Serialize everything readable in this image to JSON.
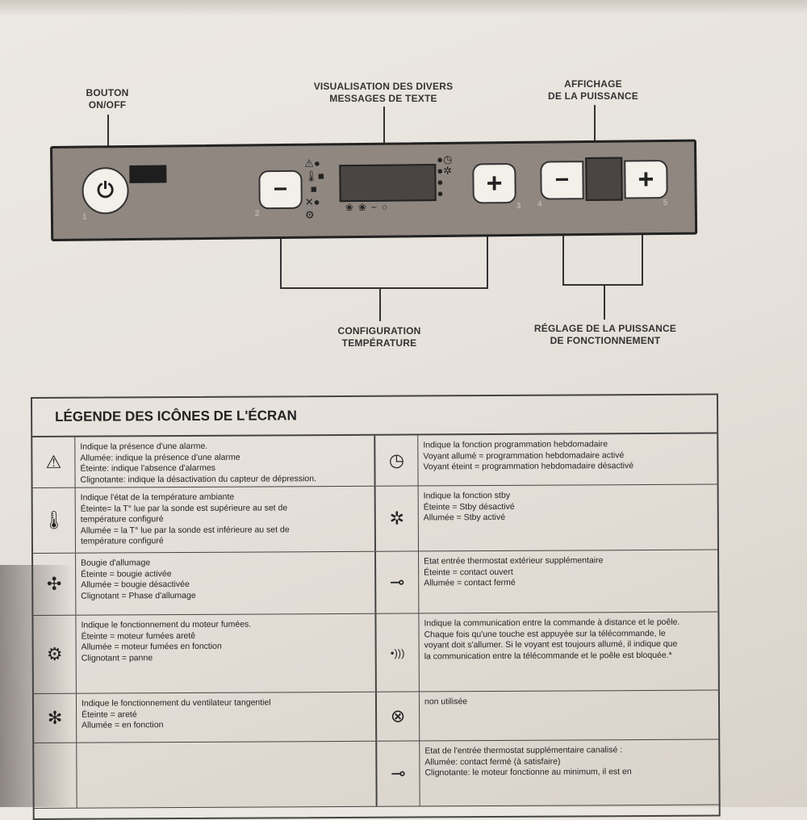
{
  "diagram": {
    "label_on_off": [
      "BOUTON",
      "ON/OFF"
    ],
    "label_display": [
      "VISUALISATION DES DIVERS",
      "MESSAGES DE TEXTE"
    ],
    "label_power_display": [
      "AFFICHAGE",
      "DE LA PUISSANCE"
    ],
    "label_temp_config": [
      "CONFIGURATION",
      "TEMPÉRATURE"
    ],
    "label_power_setting": [
      "RÉGLAGE DE LA PUISSANCE",
      "DE FONCTIONNEMENT"
    ],
    "buttons": {
      "minus": "−",
      "plus": "+"
    },
    "button_numbers": [
      "1",
      "2",
      "3",
      "4",
      "5"
    ]
  },
  "legend": {
    "title": "LÉGENDE DES ICÔNES DE L'ÉCRAN",
    "rows": [
      {
        "left": {
          "icon": "alarm-triangle-icon",
          "glyph": "⚠",
          "lines": [
            "Indique la présence d'une alarme.",
            "Allumée: indique la présence d'une alarme",
            "Éteinte: indique l'absence d'alarmes",
            "Clignotante: indique la désactivation du capteur de dépression."
          ]
        },
        "right": {
          "icon": "clock-icon",
          "glyph": "◷",
          "lines": [
            "Indique la fonction programmation hebdomadaire",
            "Voyant allumé = programmation hebdomadaire activé",
            "Voyant éteint = programmation hebdomadaire désactivé"
          ]
        }
      },
      {
        "left": {
          "icon": "thermometer-icon",
          "glyph": "🌡",
          "lines": [
            "Indique l'état de la température ambiante",
            "Éteinte= la T° lue par la sonde est supérieure au set de",
            "température configuré",
            "Allumée = la T° lue par la sonde est inférieure au set de",
            "température configuré"
          ]
        },
        "right": {
          "icon": "standby-icon",
          "glyph": "✲",
          "lines": [
            "Indique la fonction stby",
            "Éteinte = Stby désactivé",
            "Allumée = Stby activé"
          ]
        }
      },
      {
        "left": {
          "icon": "ignition-plug-icon",
          "glyph": "✣",
          "lines": [
            "Bougie d'allumage",
            "Éteinte = bougie activée",
            "Allumée = bougie désactivée",
            "Clignotant = Phase d'allumage"
          ]
        },
        "right": {
          "icon": "thermostat-switch-icon",
          "glyph": "⊸",
          "lines": [
            "Etat entrée thermostat extérieur supplémentaire",
            "Éteinte = contact ouvert",
            "Allumée = contact fermé"
          ]
        }
      },
      {
        "left": {
          "icon": "smoke-motor-icon",
          "glyph": "⚙",
          "lines": [
            "Indique le fonctionnement du moteur fumées.",
            "Éteinte = moteur fumées aretê",
            "Allumée = moteur fumées en fonction",
            "Clignotant = panne"
          ]
        },
        "right": {
          "icon": "remote-signal-icon",
          "glyph": "•)))",
          "lines": [
            "Indique la communication entre la commande à distance et le poêle.",
            "Chaque fois qu'une touche est appuyée sur la télécommande, le",
            "voyant doit s'allumer. Si le voyant est toujours allumé, il indique que",
            "la communication entre la télécommande et le poêle est bloquée.*"
          ]
        }
      },
      {
        "left": {
          "icon": "fan-icon",
          "glyph": "✻",
          "lines": [
            "Indique le fonctionnement du ventilateur tangentiel",
            "Éteinte = areté",
            "Allumée = en fonction"
          ]
        },
        "right": {
          "icon": "pump-circle-icon",
          "glyph": "⊗",
          "lines": [
            "non utilisée"
          ]
        }
      },
      {
        "left": {
          "icon": "empty-icon",
          "glyph": "",
          "lines": []
        },
        "right": {
          "icon": "channel-thermostat-icon",
          "glyph": "⊸",
          "lines": [
            "Etat de l'entrée thermostat supplémentaire canalisé :",
            "Allumée: contact fermé (à satisfaire)",
            "Clignotante: le moteur fonctionne au minimum, il est en"
          ]
        }
      }
    ]
  }
}
